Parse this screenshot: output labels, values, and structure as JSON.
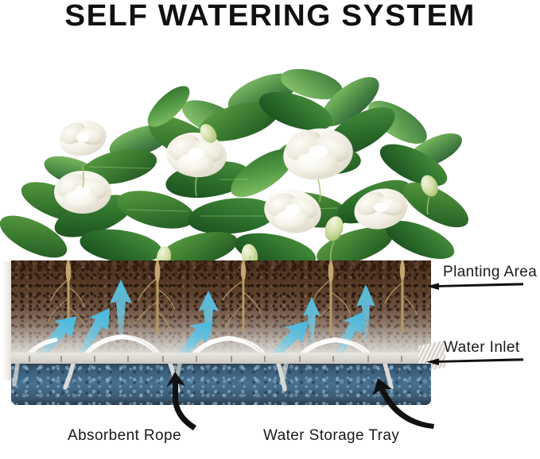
{
  "title": "SELF WATERING SYSTEM",
  "diagram": {
    "subject": "self-watering planter cross-section with gardenia plant",
    "callouts": [
      {
        "id": "planting-area",
        "label": "Planting Area",
        "arrow": "straight-left",
        "points_to": "soil layer at top of planter"
      },
      {
        "id": "water-inlet",
        "label": "Water Inlet",
        "arrow": "straight-left",
        "points_to": "ribbed fill slot on right side wall"
      },
      {
        "id": "absorbent-rope",
        "label": "Absorbent Rope",
        "arrow": "curved-up-right",
        "points_to": "white wicking rope arcing from soil into reservoir"
      },
      {
        "id": "water-storage-tray",
        "label": "Water Storage Tray",
        "arrow": "curved-up-right",
        "points_to": "blue water reservoir at base"
      }
    ],
    "layers": [
      {
        "name": "foliage",
        "description": "gardenia leaves and white flowers"
      },
      {
        "name": "planting-area",
        "description": "dark brown potting soil with plant roots"
      },
      {
        "name": "wicking-zone",
        "description": "blue arrows showing water rising through soil"
      },
      {
        "name": "rope-channel",
        "description": "white absorbent ropes arcing down into water"
      },
      {
        "name": "water-storage-tray",
        "description": "blue water reservoir"
      }
    ],
    "colors": {
      "title_text": "#111111",
      "label_text": "#1a1a1a",
      "soil_top": "#4a3120",
      "soil_bottom": "#e2e0dc",
      "water_arrow": "#6cc8e4",
      "reservoir_water": "#46718f",
      "leaf_green": "#2f6b2b",
      "flower_white": "#f7f6ef",
      "rope_white": "#eceae4",
      "tray_lid": "#d9d6d0"
    },
    "water_arrow_count": 9,
    "rope_count": 4,
    "root_count": 5
  }
}
